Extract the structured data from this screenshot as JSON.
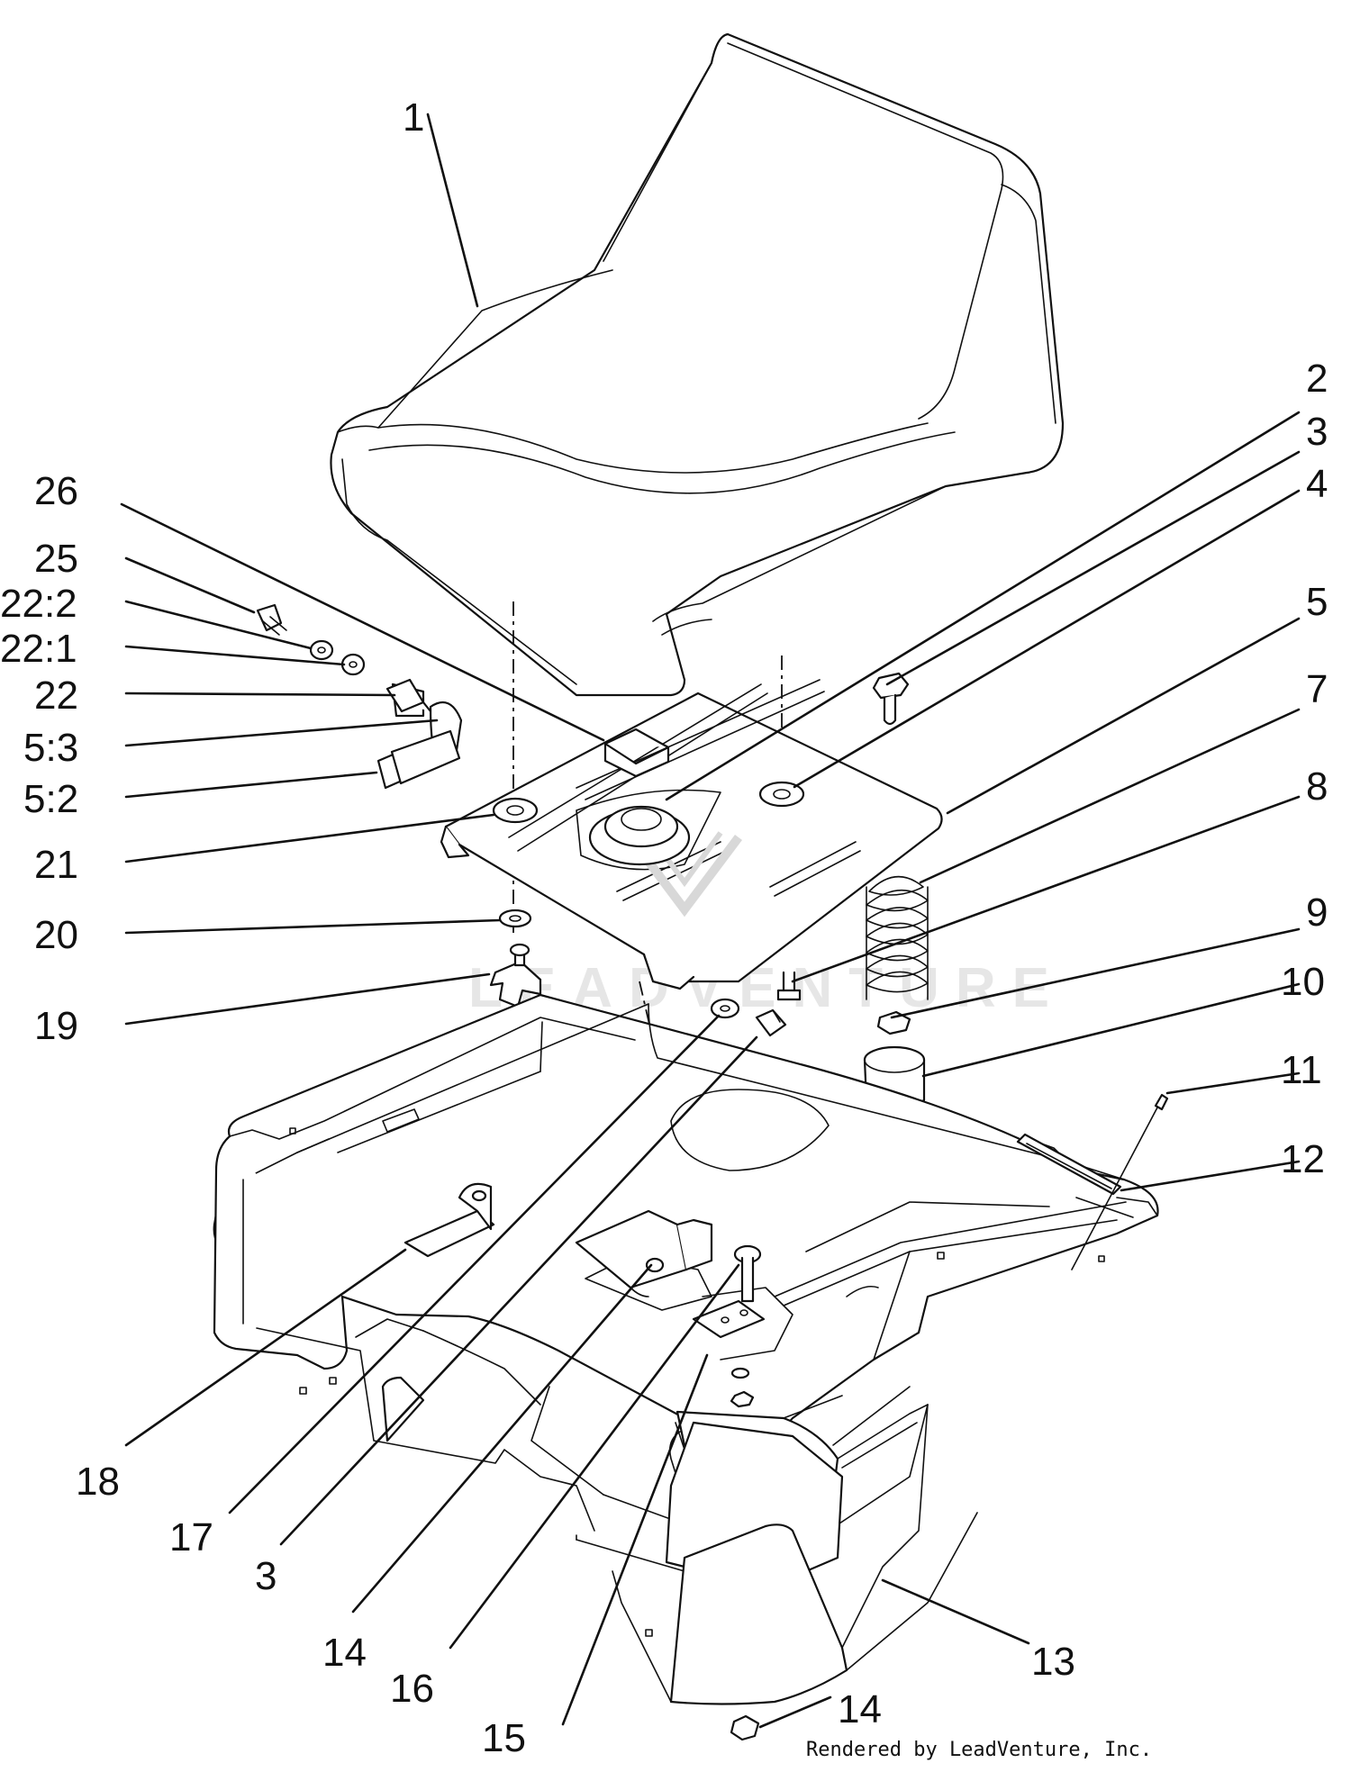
{
  "callouts": [
    {
      "id": "c1",
      "label": "1"
    },
    {
      "id": "c2",
      "label": "2"
    },
    {
      "id": "c3a",
      "label": "3"
    },
    {
      "id": "c4",
      "label": "4"
    },
    {
      "id": "c5",
      "label": "5"
    },
    {
      "id": "c7",
      "label": "7"
    },
    {
      "id": "c8",
      "label": "8"
    },
    {
      "id": "c9",
      "label": "9"
    },
    {
      "id": "c10",
      "label": "10"
    },
    {
      "id": "c11",
      "label": "11"
    },
    {
      "id": "c12",
      "label": "12"
    },
    {
      "id": "c13",
      "label": "13"
    },
    {
      "id": "c14a",
      "label": "14"
    },
    {
      "id": "c14b",
      "label": "14"
    },
    {
      "id": "c15",
      "label": "15"
    },
    {
      "id": "c16",
      "label": "16"
    },
    {
      "id": "c3b",
      "label": "3"
    },
    {
      "id": "c17",
      "label": "17"
    },
    {
      "id": "c18",
      "label": "18"
    },
    {
      "id": "c19",
      "label": "19"
    },
    {
      "id": "c20",
      "label": "20"
    },
    {
      "id": "c21",
      "label": "21"
    },
    {
      "id": "c52",
      "label": "5:2"
    },
    {
      "id": "c53",
      "label": "5:3"
    },
    {
      "id": "c22",
      "label": "22"
    },
    {
      "id": "c221",
      "label": "22:1"
    },
    {
      "id": "c222",
      "label": "22:2"
    },
    {
      "id": "c25",
      "label": "25"
    },
    {
      "id": "c26",
      "label": "26"
    }
  ],
  "watermark": "LEADVENTURE",
  "footer": "Rendered by LeadVenture, Inc."
}
